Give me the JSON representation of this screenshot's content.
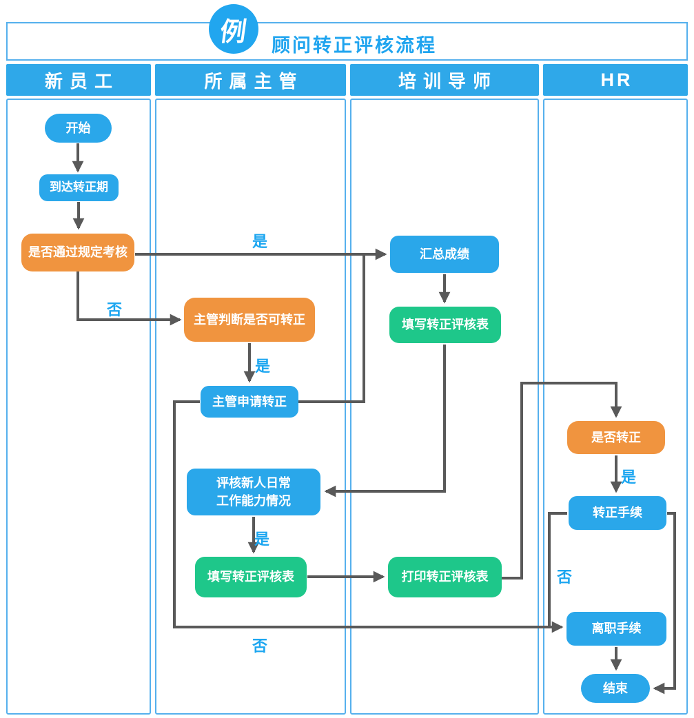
{
  "header": {
    "badge": "例",
    "title": "顾问转正评核流程"
  },
  "lanes": [
    {
      "label": "新员工"
    },
    {
      "label": "所属主管"
    },
    {
      "label": "培训导师"
    },
    {
      "label": "HR"
    }
  ],
  "nodes": {
    "start": {
      "label": "开始",
      "type": "start"
    },
    "reach_period": {
      "label": "到达转正期",
      "type": "process"
    },
    "pass_exam": {
      "label": "是否通过规定考核",
      "type": "decision"
    },
    "supervisor_judge": {
      "label": "主管判断是否可转正",
      "type": "decision"
    },
    "supervisor_apply": {
      "label": "主管申请转正",
      "type": "process"
    },
    "evaluate_daily": {
      "line1": "评核新人日常",
      "line2": "工作能力情况",
      "type": "process"
    },
    "fill_form_supervisor": {
      "label": "填写转正评核表",
      "type": "process"
    },
    "summarize_scores": {
      "label": "汇总成绩",
      "type": "process"
    },
    "fill_form_mentor": {
      "label": "填写转正评核表",
      "type": "process"
    },
    "print_form": {
      "label": "打印转正评核表",
      "type": "process"
    },
    "confirm_regular": {
      "label": "是否转正",
      "type": "decision"
    },
    "regular_procedure": {
      "label": "转正手续",
      "type": "process"
    },
    "resign_procedure": {
      "label": "离职手续",
      "type": "process"
    },
    "end": {
      "label": "结束",
      "type": "end"
    }
  },
  "edge_labels": {
    "pass_exam_yes": "是",
    "pass_exam_no": "否",
    "supervisor_judge_yes": "是",
    "evaluate_daily_yes": "是",
    "confirm_regular_yes": "是",
    "regular_no": "否",
    "resign_no": "否"
  },
  "colors": {
    "node_blue": "#2aa7ea",
    "node_orange": "#f0943f",
    "node_green": "#1ec78a",
    "lane_header_blue": "#2fa8e9",
    "lane_border_blue": "#55b0ed",
    "arrow_gray": "#595959",
    "edge_label_blue": "#1ca6f0",
    "title_blue": "#1fa4ef"
  }
}
